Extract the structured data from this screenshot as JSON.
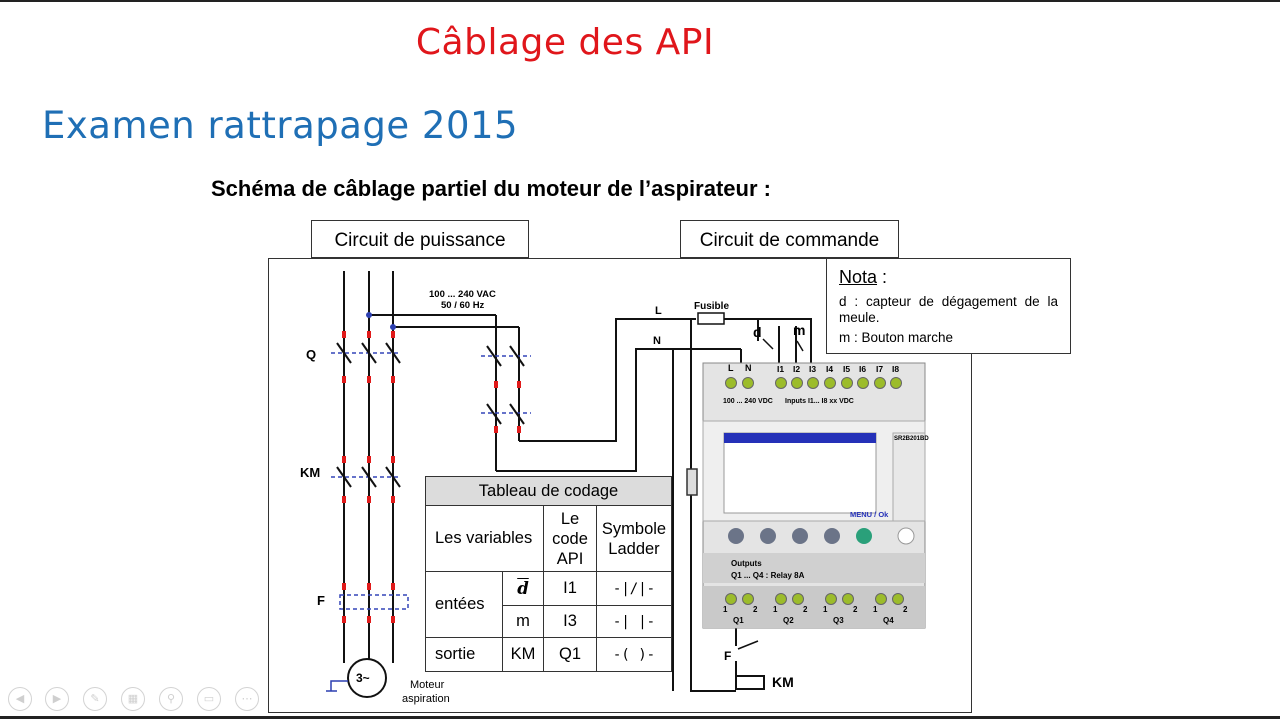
{
  "slide": {
    "title": "Câblage des API",
    "subtitle": "Examen rattrapage 2015",
    "heading": "Schéma de câblage partiel du moteur de l’aspirateur :"
  },
  "tabs": {
    "power": "Circuit de puissance",
    "control": "Circuit de commande"
  },
  "nota": {
    "title": "Nota",
    "colon": " :",
    "line1": "d : capteur de dégagement de la meule.",
    "line2": "m : Bouton marche"
  },
  "power_circuit": {
    "label_q": "Q",
    "label_km": "KM",
    "label_f": "F",
    "motor": "3~",
    "motor_caption1": "Moteur",
    "motor_caption2": "aspiration",
    "supply1": "100 ... 240 VAC",
    "supply2": "50 / 60 Hz"
  },
  "control_circuit": {
    "label_l": "L",
    "label_n": "N",
    "fuse": "Fusible",
    "sensor_d": "d",
    "button_m": "m",
    "terminal_l": "L",
    "terminal_n": "N",
    "inputs": [
      "I1",
      "I2",
      "I3",
      "I4",
      "I5",
      "I6",
      "I7",
      "I8"
    ],
    "power_spec": "100 ... 240  VDC",
    "input_spec": "Inputs  I1... I8 xx VDC",
    "model": "SR2B201BD",
    "menu": "MENU / Ok",
    "outputs_title": "Outputs",
    "outputs_spec": "Q1 ... Q4 : Relay  8A",
    "outputs": [
      "Q1",
      "Q2",
      "Q3",
      "Q4"
    ],
    "relay_pins": [
      "1",
      "2"
    ],
    "label_f": "F",
    "label_km": "KM"
  },
  "codage_table": {
    "caption": "Tableau de codage",
    "header_variables": "Les variables",
    "header_code": "Le code API",
    "header_ladder": "Symbole Ladder",
    "group_inputs": "entées",
    "group_output": "sortie",
    "rows": [
      {
        "var": "d",
        "code": "I1",
        "symbol": "-|/|-"
      },
      {
        "var": "m",
        "code": "I3",
        "symbol": "-| |-"
      },
      {
        "var": "KM",
        "code": "Q1",
        "symbol": "-( )-"
      }
    ]
  },
  "nav_icons": [
    "prev-icon",
    "next-icon",
    "pen-icon",
    "slides-icon",
    "zoom-icon",
    "subtitles-icon",
    "more-icon"
  ],
  "colors": {
    "title": "#e0161b",
    "subtitle": "#1f6fb5",
    "contact_marks": "#e01a1a",
    "terminal": "#9cbc2a",
    "lcd_bar": "#2531b8"
  }
}
